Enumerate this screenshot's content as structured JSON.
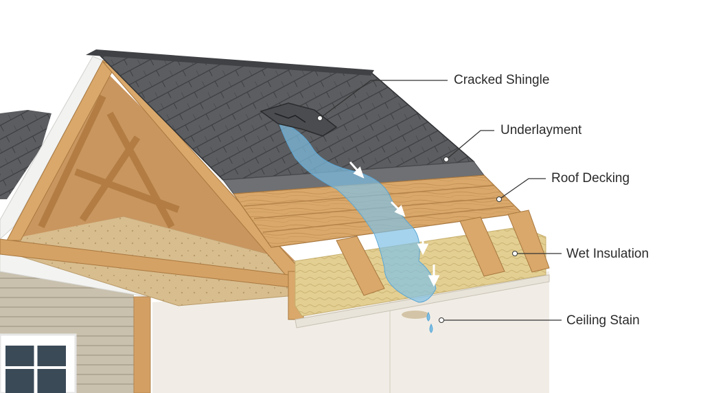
{
  "callouts": {
    "cracked_shingle": "Cracked Shingle",
    "underlayment": "Underlayment",
    "roof_decking": "Roof Decking",
    "wet_insulation": "Wet Insulation",
    "ceiling_stain": "Ceiling Stain"
  },
  "colors": {
    "shingle": "#5b5d60",
    "underlayment": "#6e7074",
    "wood": "#d9a86a",
    "insulation": "#e6d49a",
    "water": "#7fc0e6",
    "siding": "#c8c0ad",
    "wall": "#f1ede6",
    "leader_line": "#333333"
  }
}
